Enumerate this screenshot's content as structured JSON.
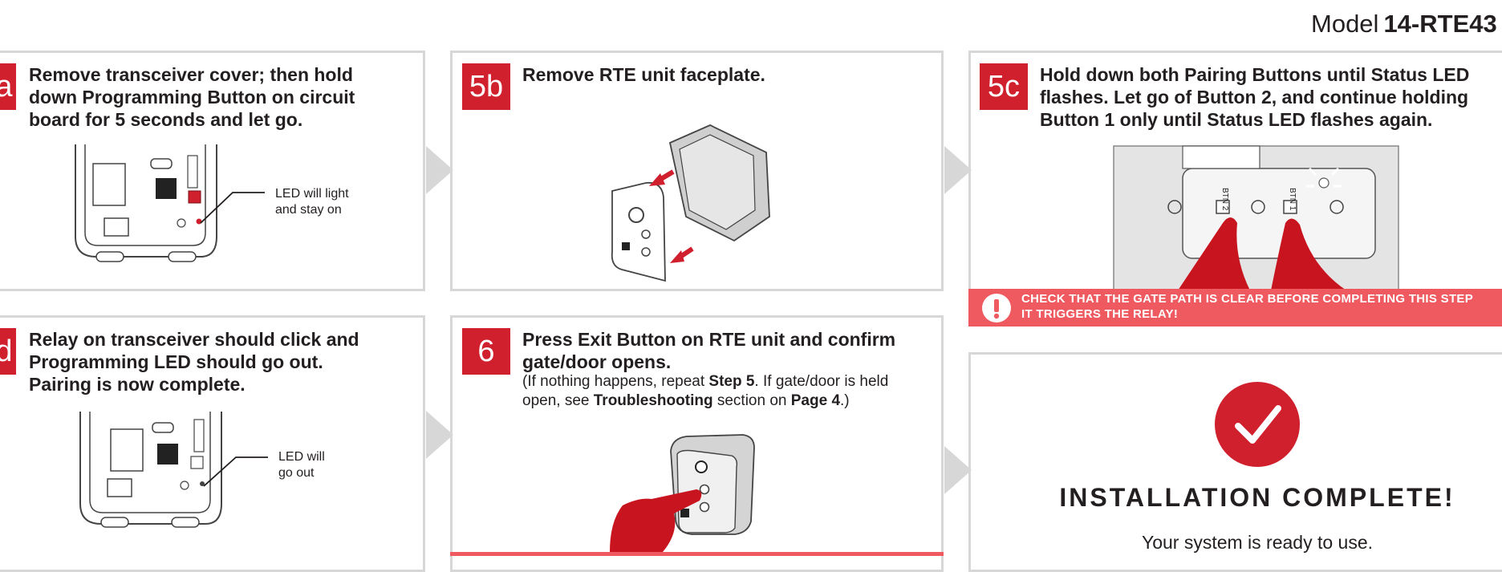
{
  "header": {
    "model_label": "Model",
    "model_number": "14-RTE43"
  },
  "steps": {
    "s5a": {
      "badge": "a",
      "title": "Remove transceiver cover; then hold down Programming Button on circuit board for 5 seconds and let go.",
      "callout_line1": "LED will light",
      "callout_line2": "and stay on"
    },
    "s5b": {
      "badge": "5b",
      "title": "Remove RTE unit faceplate."
    },
    "s5c": {
      "badge": "5c",
      "title": "Hold down both Pairing Buttons until Status LED flashes. Let go of Button 2, and continue holding Button 1 only until Status LED flashes again.",
      "btn2": "BTN 2",
      "btn1": "BTN 1"
    },
    "s5d": {
      "badge": "d",
      "title": "Relay on transceiver should click and Programming LED should go out. Pairing is now complete.",
      "callout_line1": "LED will",
      "callout_line2": "go out"
    },
    "s6": {
      "badge": "6",
      "title": "Press Exit Button on RTE unit and confirm gate/door opens.",
      "note_pre": "(If nothing happens, repeat ",
      "note_step": "Step 5",
      "note_mid": ". If gate/door is held open, see ",
      "note_ts": "Troubleshooting",
      "note_mid2": " section on ",
      "note_page": "Page 4",
      "note_post": ".)"
    }
  },
  "warning": {
    "line1": "CHECK THAT THE GATE PATH IS CLEAR BEFORE COMPLETING THIS STEP",
    "line2": "IT TRIGGERS THE RELAY!"
  },
  "complete": {
    "title": "INSTALLATION COMPLETE!",
    "subtitle": "Your system is ready to use."
  },
  "colors": {
    "accent": "#d0202e",
    "warning": "#ee5a5f",
    "border": "#d7d7d7"
  }
}
